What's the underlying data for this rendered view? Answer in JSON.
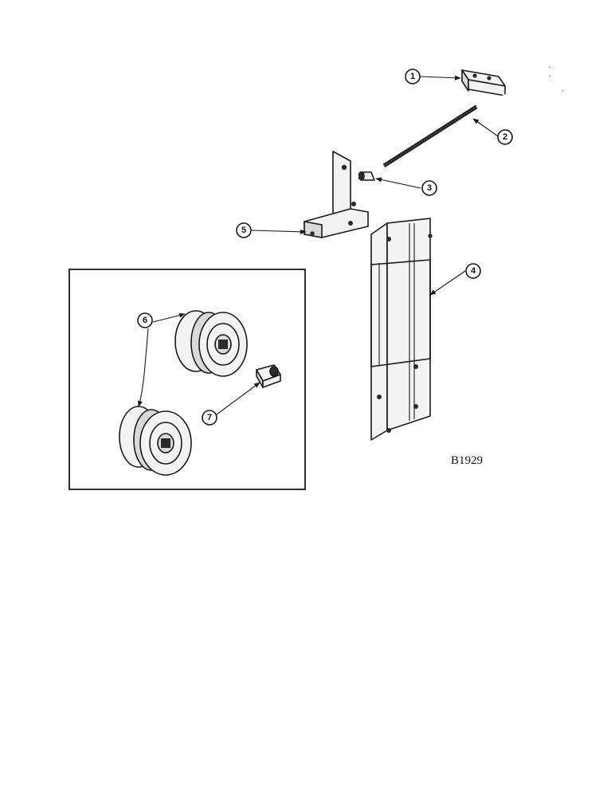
{
  "drawing_code": "B1929",
  "callouts": [
    {
      "id": "callout-1",
      "label": "1",
      "part": "bracket"
    },
    {
      "id": "callout-2",
      "label": "2",
      "part": "threaded-rod"
    },
    {
      "id": "callout-3",
      "label": "3",
      "part": "bushing"
    },
    {
      "id": "callout-4",
      "label": "4",
      "part": "slide-channel"
    },
    {
      "id": "callout-5",
      "label": "5",
      "part": "support-bracket"
    },
    {
      "id": "callout-6",
      "label": "6",
      "part": "pulleys"
    },
    {
      "id": "callout-7",
      "label": "7",
      "part": "hex-spacer"
    }
  ]
}
